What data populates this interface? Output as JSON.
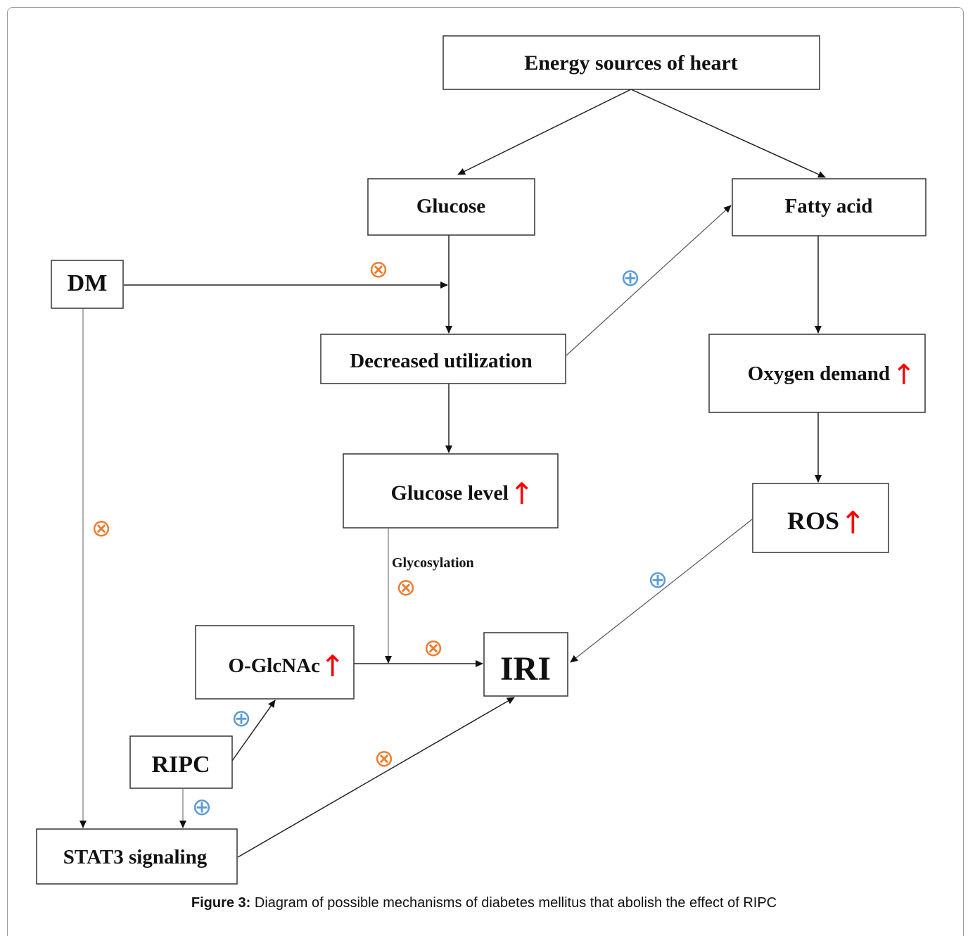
{
  "nodes": {
    "energy": "Energy sources of heart",
    "glucose": "Glucose",
    "fatty_acid": "Fatty acid",
    "dm": "DM",
    "decreased_utilization": "Decreased utilization",
    "oxygen_demand": "Oxygen demand",
    "glucose_level": "Glucose level",
    "ros": "ROS",
    "o_glcnac": "O-GlcNAc",
    "iri": "IRI",
    "ripc": "RIPC",
    "stat3": "STAT3 signaling"
  },
  "edge_labels": {
    "glycosylation": "Glycosylation"
  },
  "symbols": {
    "up": "↑",
    "inhibit": "⊗",
    "promote": "⊕"
  },
  "caption": {
    "label": "Figure 3:",
    "text": "Diagram of possible mechanisms of diabetes mellitus that abolish the effect of RIPC"
  },
  "colors": {
    "dm": "#4472c4",
    "ripc": "#70ad47",
    "iri": "#ff0000",
    "glycosylation": "#c55a11",
    "inhibit": "#ed7d31",
    "promote": "#5b9bd5",
    "up_arrow": "#ff0000"
  }
}
